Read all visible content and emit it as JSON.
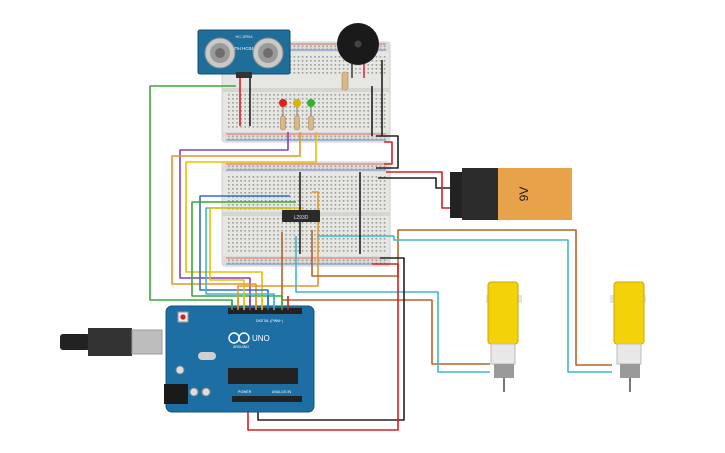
{
  "circuit": {
    "sensor": {
      "top_label": "HC-SR04",
      "model": "ПН НС04"
    },
    "driver_chip": {
      "label": "L293D"
    },
    "battery": {
      "label": "9V"
    },
    "arduino": {
      "brand": "UNO",
      "maker": "ARDUINO",
      "digital_label": "DIGITAL (PWM~)",
      "power_label": "POWER",
      "analog_label": "ANALOG IN"
    },
    "leds": [
      {
        "name": "red",
        "color": "#e0201b"
      },
      {
        "name": "yellow",
        "color": "#d9b300"
      },
      {
        "name": "green",
        "color": "#2fb32f"
      }
    ],
    "wire_colors": {
      "red": "#d42020",
      "black": "#222222",
      "green": "#3aa83a",
      "purple": "#8a3fb5",
      "orange": "#e8942a",
      "yellow": "#e8c000",
      "blue": "#2e6fd0",
      "cyan": "#3fb9c9",
      "brown": "#b5652a"
    }
  }
}
